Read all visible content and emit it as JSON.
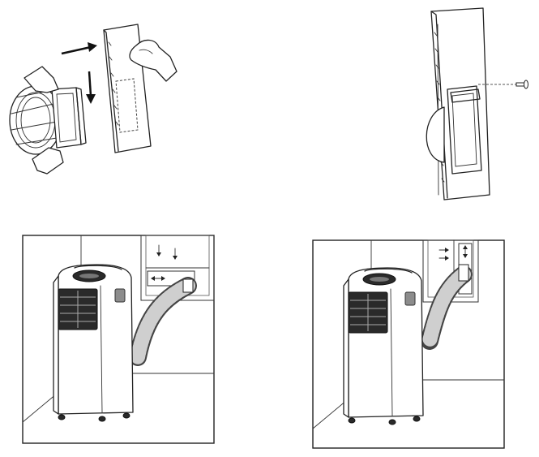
{
  "figure": {
    "panels": [
      {
        "id": "step-1",
        "description_icon": "hose-adapter-slide-in"
      },
      {
        "id": "step-2",
        "description_icon": "window-kit-screw-fix"
      },
      {
        "id": "step-3",
        "description_icon": "unit-exhaust-horizontal-window"
      },
      {
        "id": "step-4",
        "description_icon": "unit-exhaust-vertical-window"
      }
    ]
  },
  "colors": {
    "line": "#222222",
    "unit_body": "#ffffff",
    "vent": "#2a2a2a",
    "hose": "#444444"
  }
}
